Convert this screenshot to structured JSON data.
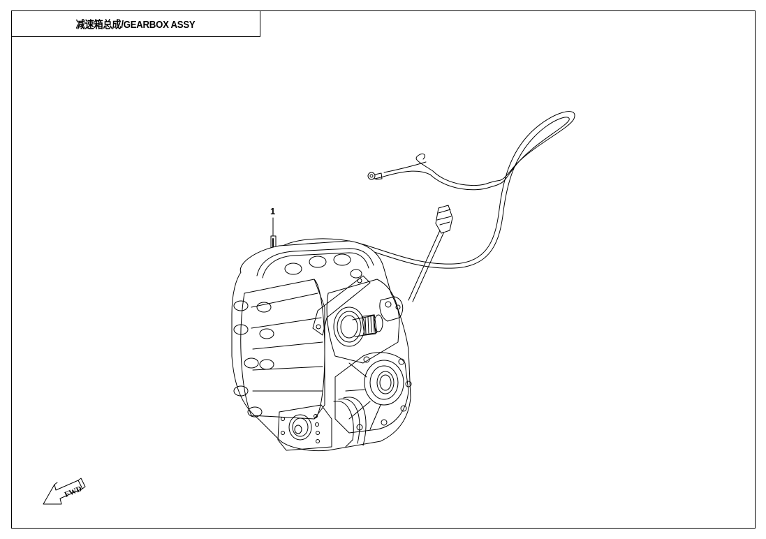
{
  "header": {
    "title": "减速箱总成/GEARBOX ASSY"
  },
  "diagram": {
    "callouts": [
      {
        "number": "1",
        "part": "gearbox-assembly"
      }
    ],
    "direction_indicator": {
      "label": "FWD",
      "icon": "forward-arrow-icon"
    },
    "colors": {
      "line": "#000000",
      "background": "#ffffff"
    }
  }
}
